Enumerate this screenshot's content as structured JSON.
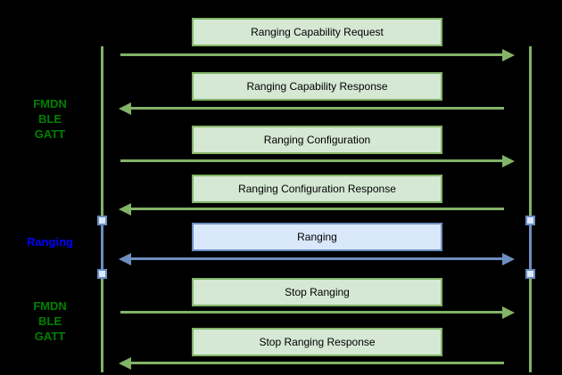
{
  "diagram": {
    "type": "sequence-diagram",
    "background": "#000000",
    "side_labels": [
      {
        "id": "fmdn-ble-gatt-top",
        "color": "#008000",
        "lines": [
          "FMDN",
          "BLE",
          "GATT"
        ]
      },
      {
        "id": "ranging",
        "color": "#0000FF",
        "lines": [
          "Ranging"
        ]
      },
      {
        "id": "fmdn-ble-gatt-bottom",
        "color": "#008000",
        "lines": [
          "FMDN",
          "BLE",
          "GATT"
        ]
      }
    ],
    "lifelines": [
      {
        "id": "left",
        "color": "#82b366"
      },
      {
        "id": "right",
        "color": "#82b366"
      }
    ],
    "session_segments": [
      {
        "lifeline": "left",
        "color": "#6c8ebf",
        "handle_fill": "#dae8fc"
      },
      {
        "lifeline": "right",
        "color": "#6c8ebf",
        "handle_fill": "#dae8fc"
      }
    ],
    "messages": [
      {
        "label": "Ranging Capability Request",
        "direction": "right",
        "theme": "green"
      },
      {
        "label": "Ranging Capability Response",
        "direction": "left",
        "theme": "green"
      },
      {
        "label": "Ranging Configuration",
        "direction": "right",
        "theme": "green"
      },
      {
        "label": "Ranging Configuration Response",
        "direction": "left",
        "theme": "green"
      },
      {
        "label": "Ranging",
        "direction": "both",
        "theme": "blue"
      },
      {
        "label": "Stop Ranging",
        "direction": "right",
        "theme": "green"
      },
      {
        "label": "Stop Ranging Response",
        "direction": "left",
        "theme": "green"
      }
    ],
    "colors": {
      "green_fill": "#d5e8d4",
      "green_stroke": "#82b366",
      "blue_fill": "#dae8fc",
      "blue_stroke": "#6c8ebf",
      "label_green": "#008000",
      "label_blue": "#0000FF",
      "box_text": "#000000"
    }
  }
}
